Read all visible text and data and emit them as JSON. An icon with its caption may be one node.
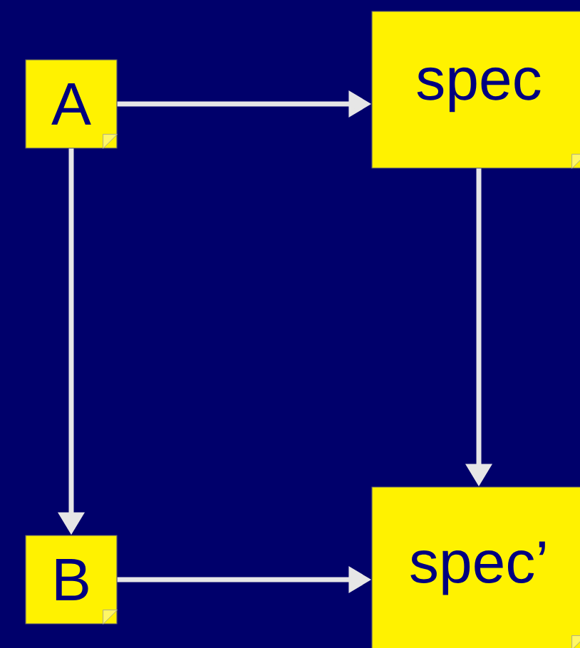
{
  "diagram": {
    "nodes": [
      {
        "text": [
          "A"
        ]
      },
      {
        "text": [
          "spec"
        ]
      },
      {
        "text": [
          "B"
        ]
      },
      {
        "text": [
          "spec’"
        ]
      }
    ],
    "edges": [
      {
        "from": 0,
        "to": 1,
        "arrow": "to"
      },
      {
        "from": 0,
        "to": 2,
        "arrow": "to"
      },
      {
        "from": 1,
        "to": 3,
        "arrow": "to"
      },
      {
        "from": 2,
        "to": 3,
        "arrow": "to"
      }
    ]
  }
}
